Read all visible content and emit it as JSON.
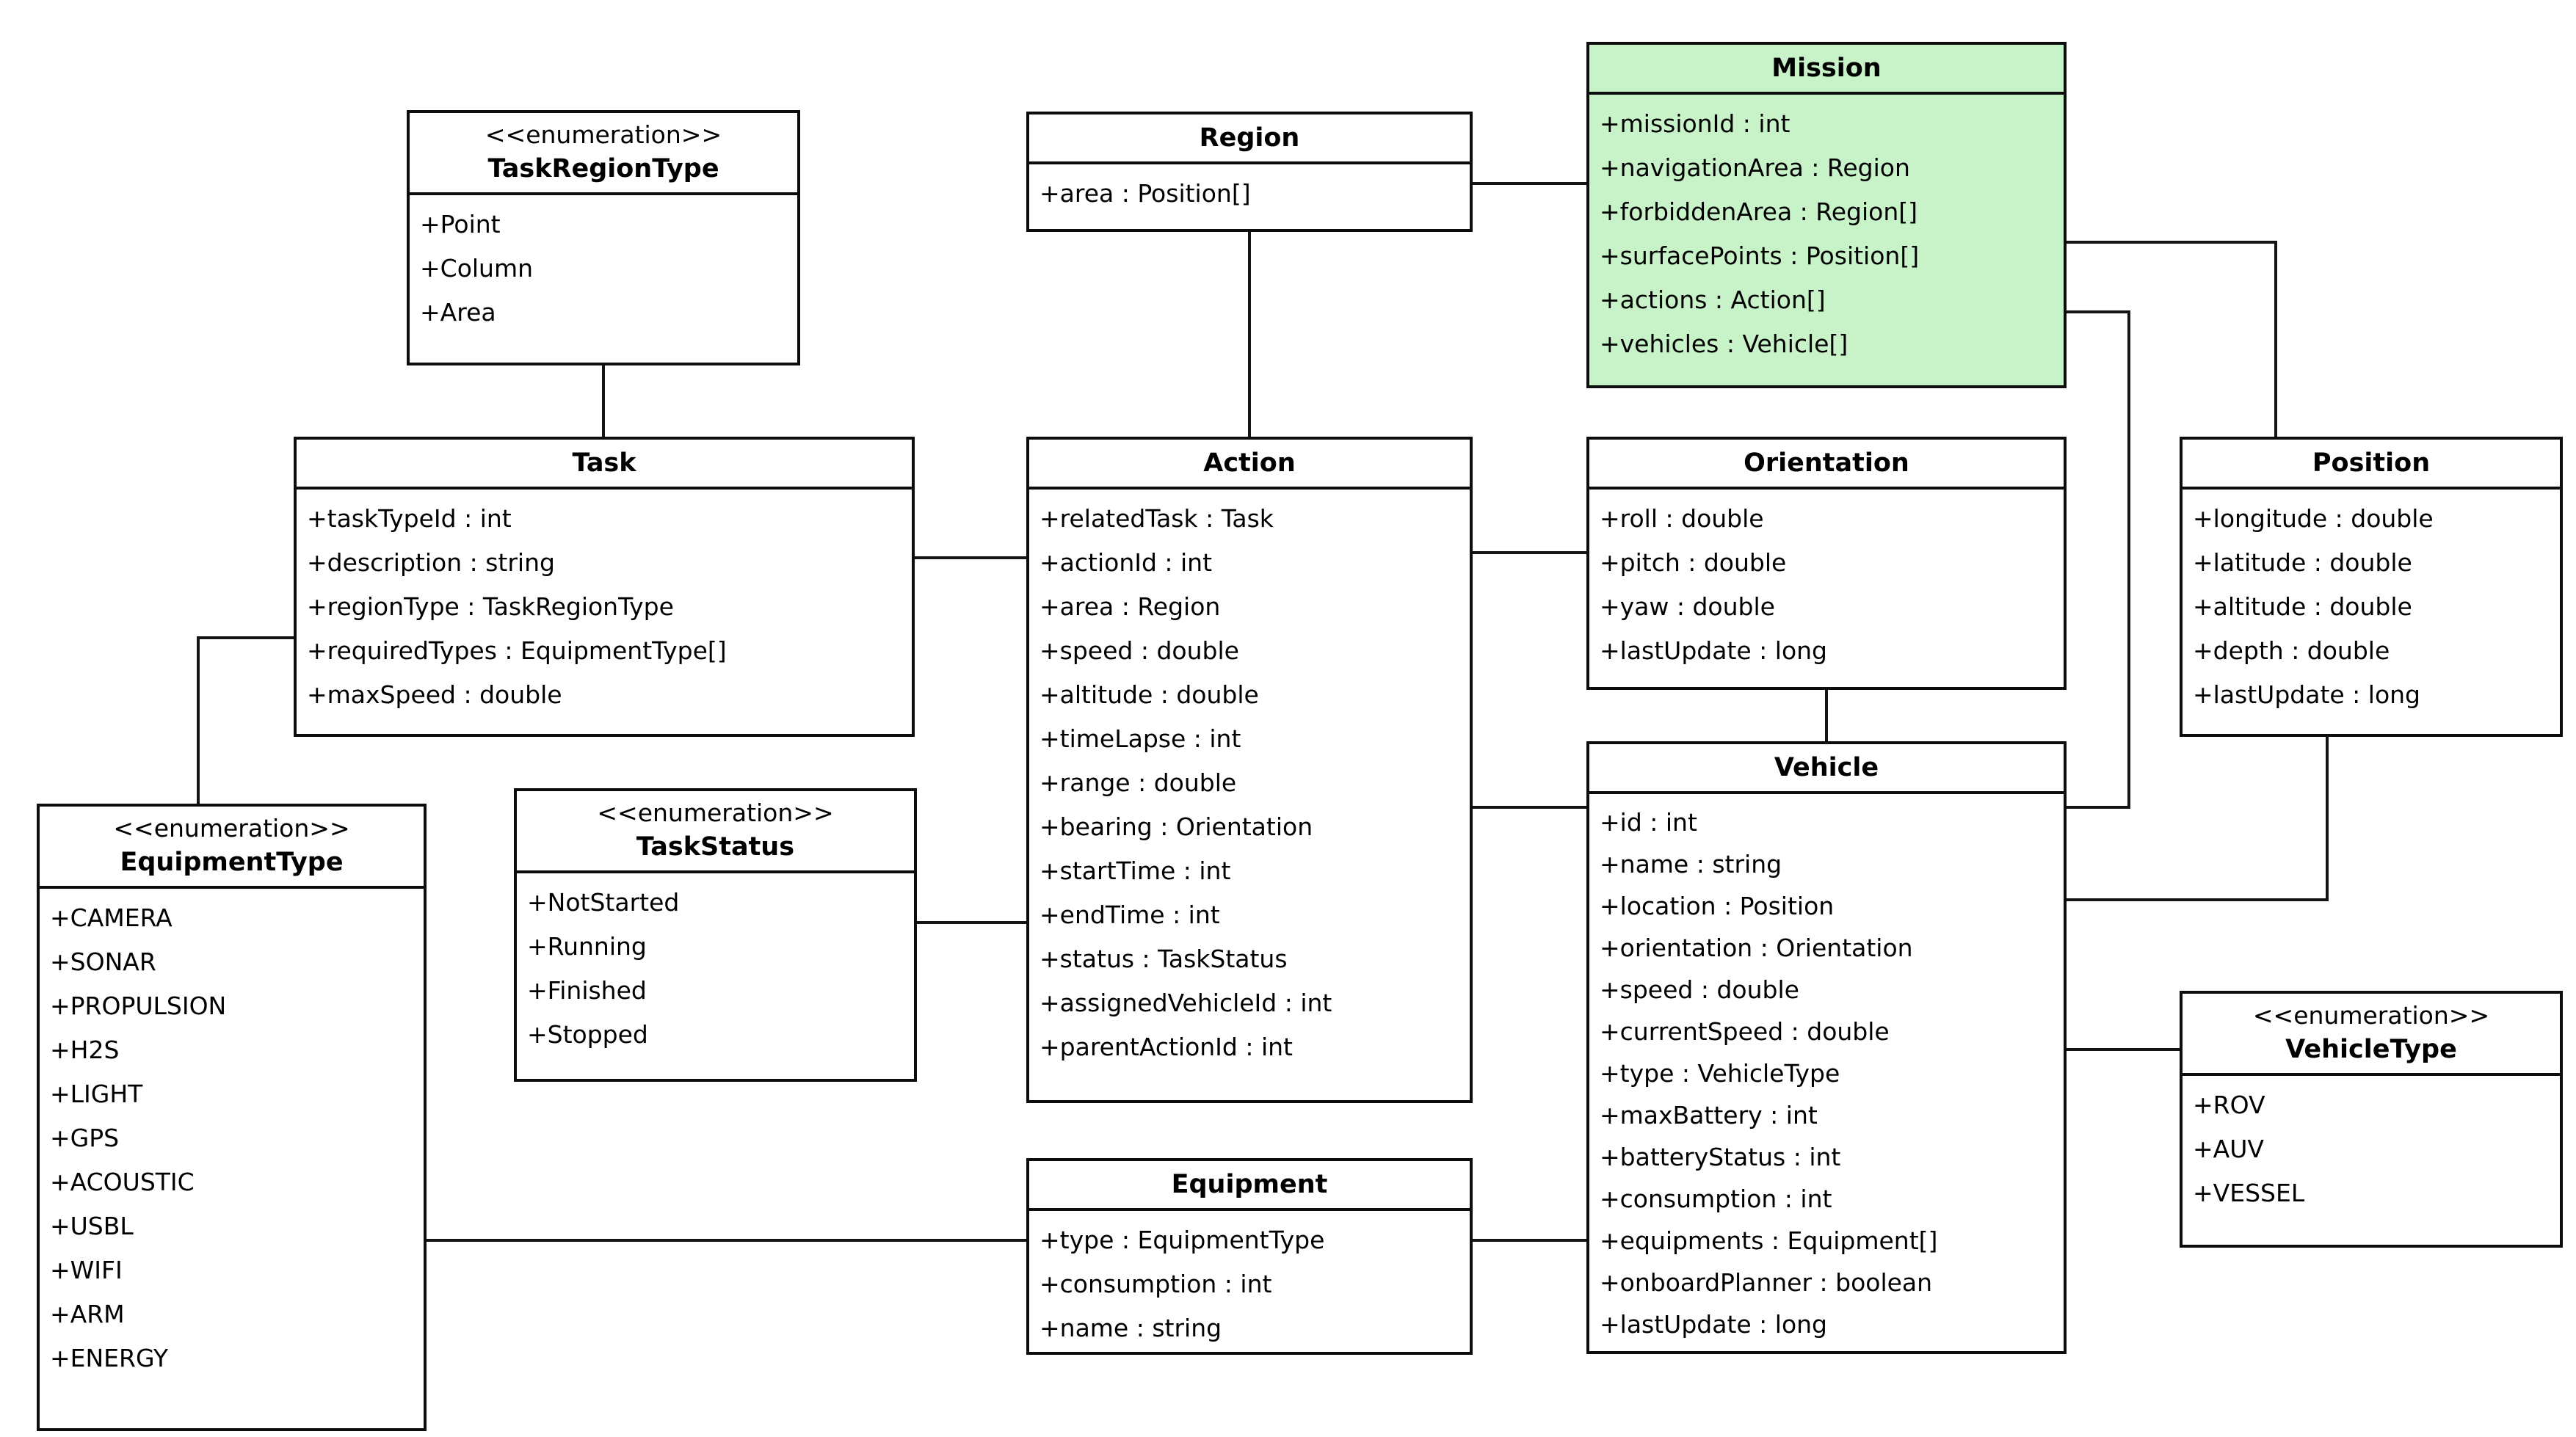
{
  "colors": {
    "mission_fill": "#c8f2c8",
    "box_border": "#0d0d0d",
    "line_color": "#141414",
    "background": "#ffffff"
  },
  "classes": {
    "task_region_type": {
      "stereotype": "<<enumeration>>",
      "name": "TaskRegionType",
      "attributes": [
        "+Point",
        "+Column",
        "+Area"
      ]
    },
    "region": {
      "name": "Region",
      "attributes": [
        "+area : Position[]"
      ]
    },
    "mission": {
      "name": "Mission",
      "attributes": [
        "+missionId : int",
        "+navigationArea : Region",
        "+forbiddenArea : Region[]",
        "+surfacePoints : Position[]",
        "+actions : Action[]",
        "+vehicles : Vehicle[]"
      ]
    },
    "task": {
      "name": "Task",
      "attributes": [
        "+taskTypeId : int",
        "+description : string",
        "+regionType : TaskRegionType",
        "+requiredTypes : EquipmentType[]",
        "+maxSpeed : double"
      ]
    },
    "action": {
      "name": "Action",
      "attributes": [
        "+relatedTask : Task",
        "+actionId : int",
        "+area : Region",
        "+speed : double",
        "+altitude : double",
        "+timeLapse : int",
        "+range : double",
        "+bearing : Orientation",
        "+startTime : int",
        "+endTime : int",
        "+status : TaskStatus",
        "+assignedVehicleId : int",
        "+parentActionId : int"
      ]
    },
    "orientation": {
      "name": "Orientation",
      "attributes": [
        "+roll : double",
        "+pitch : double",
        "+yaw : double",
        "+lastUpdate : long"
      ]
    },
    "position": {
      "name": "Position",
      "attributes": [
        "+longitude : double",
        "+latitude : double",
        "+altitude : double",
        "+depth : double",
        "+lastUpdate : long"
      ]
    },
    "vehicle": {
      "name": "Vehicle",
      "attributes": [
        "+id : int",
        "+name : string",
        "+location : Position",
        "+orientation : Orientation",
        "+speed : double",
        "+currentSpeed : double",
        "+type : VehicleType",
        "+maxBattery : int",
        "+batteryStatus : int",
        "+consumption : int",
        "+equipments : Equipment[]",
        "+onboardPlanner : boolean",
        "+lastUpdate : long"
      ]
    },
    "equipment_type": {
      "stereotype": "<<enumeration>>",
      "name": "EquipmentType",
      "attributes": [
        "+CAMERA",
        "+SONAR",
        "+PROPULSION",
        "+H2S",
        "+LIGHT",
        "+GPS",
        "+ACOUSTIC",
        "+USBL",
        "+WIFI",
        "+ARM",
        "+ENERGY"
      ]
    },
    "task_status": {
      "stereotype": "<<enumeration>>",
      "name": "TaskStatus",
      "attributes": [
        "+NotStarted",
        "+Running",
        "+Finished",
        "+Stopped"
      ]
    },
    "equipment": {
      "name": "Equipment",
      "attributes": [
        "+type : EquipmentType",
        "+consumption : int",
        "+name : string"
      ]
    },
    "vehicle_type": {
      "stereotype": "<<enumeration>>",
      "name": "VehicleType",
      "attributes": [
        "+ROV",
        "+AUV",
        "+VESSEL"
      ]
    }
  }
}
